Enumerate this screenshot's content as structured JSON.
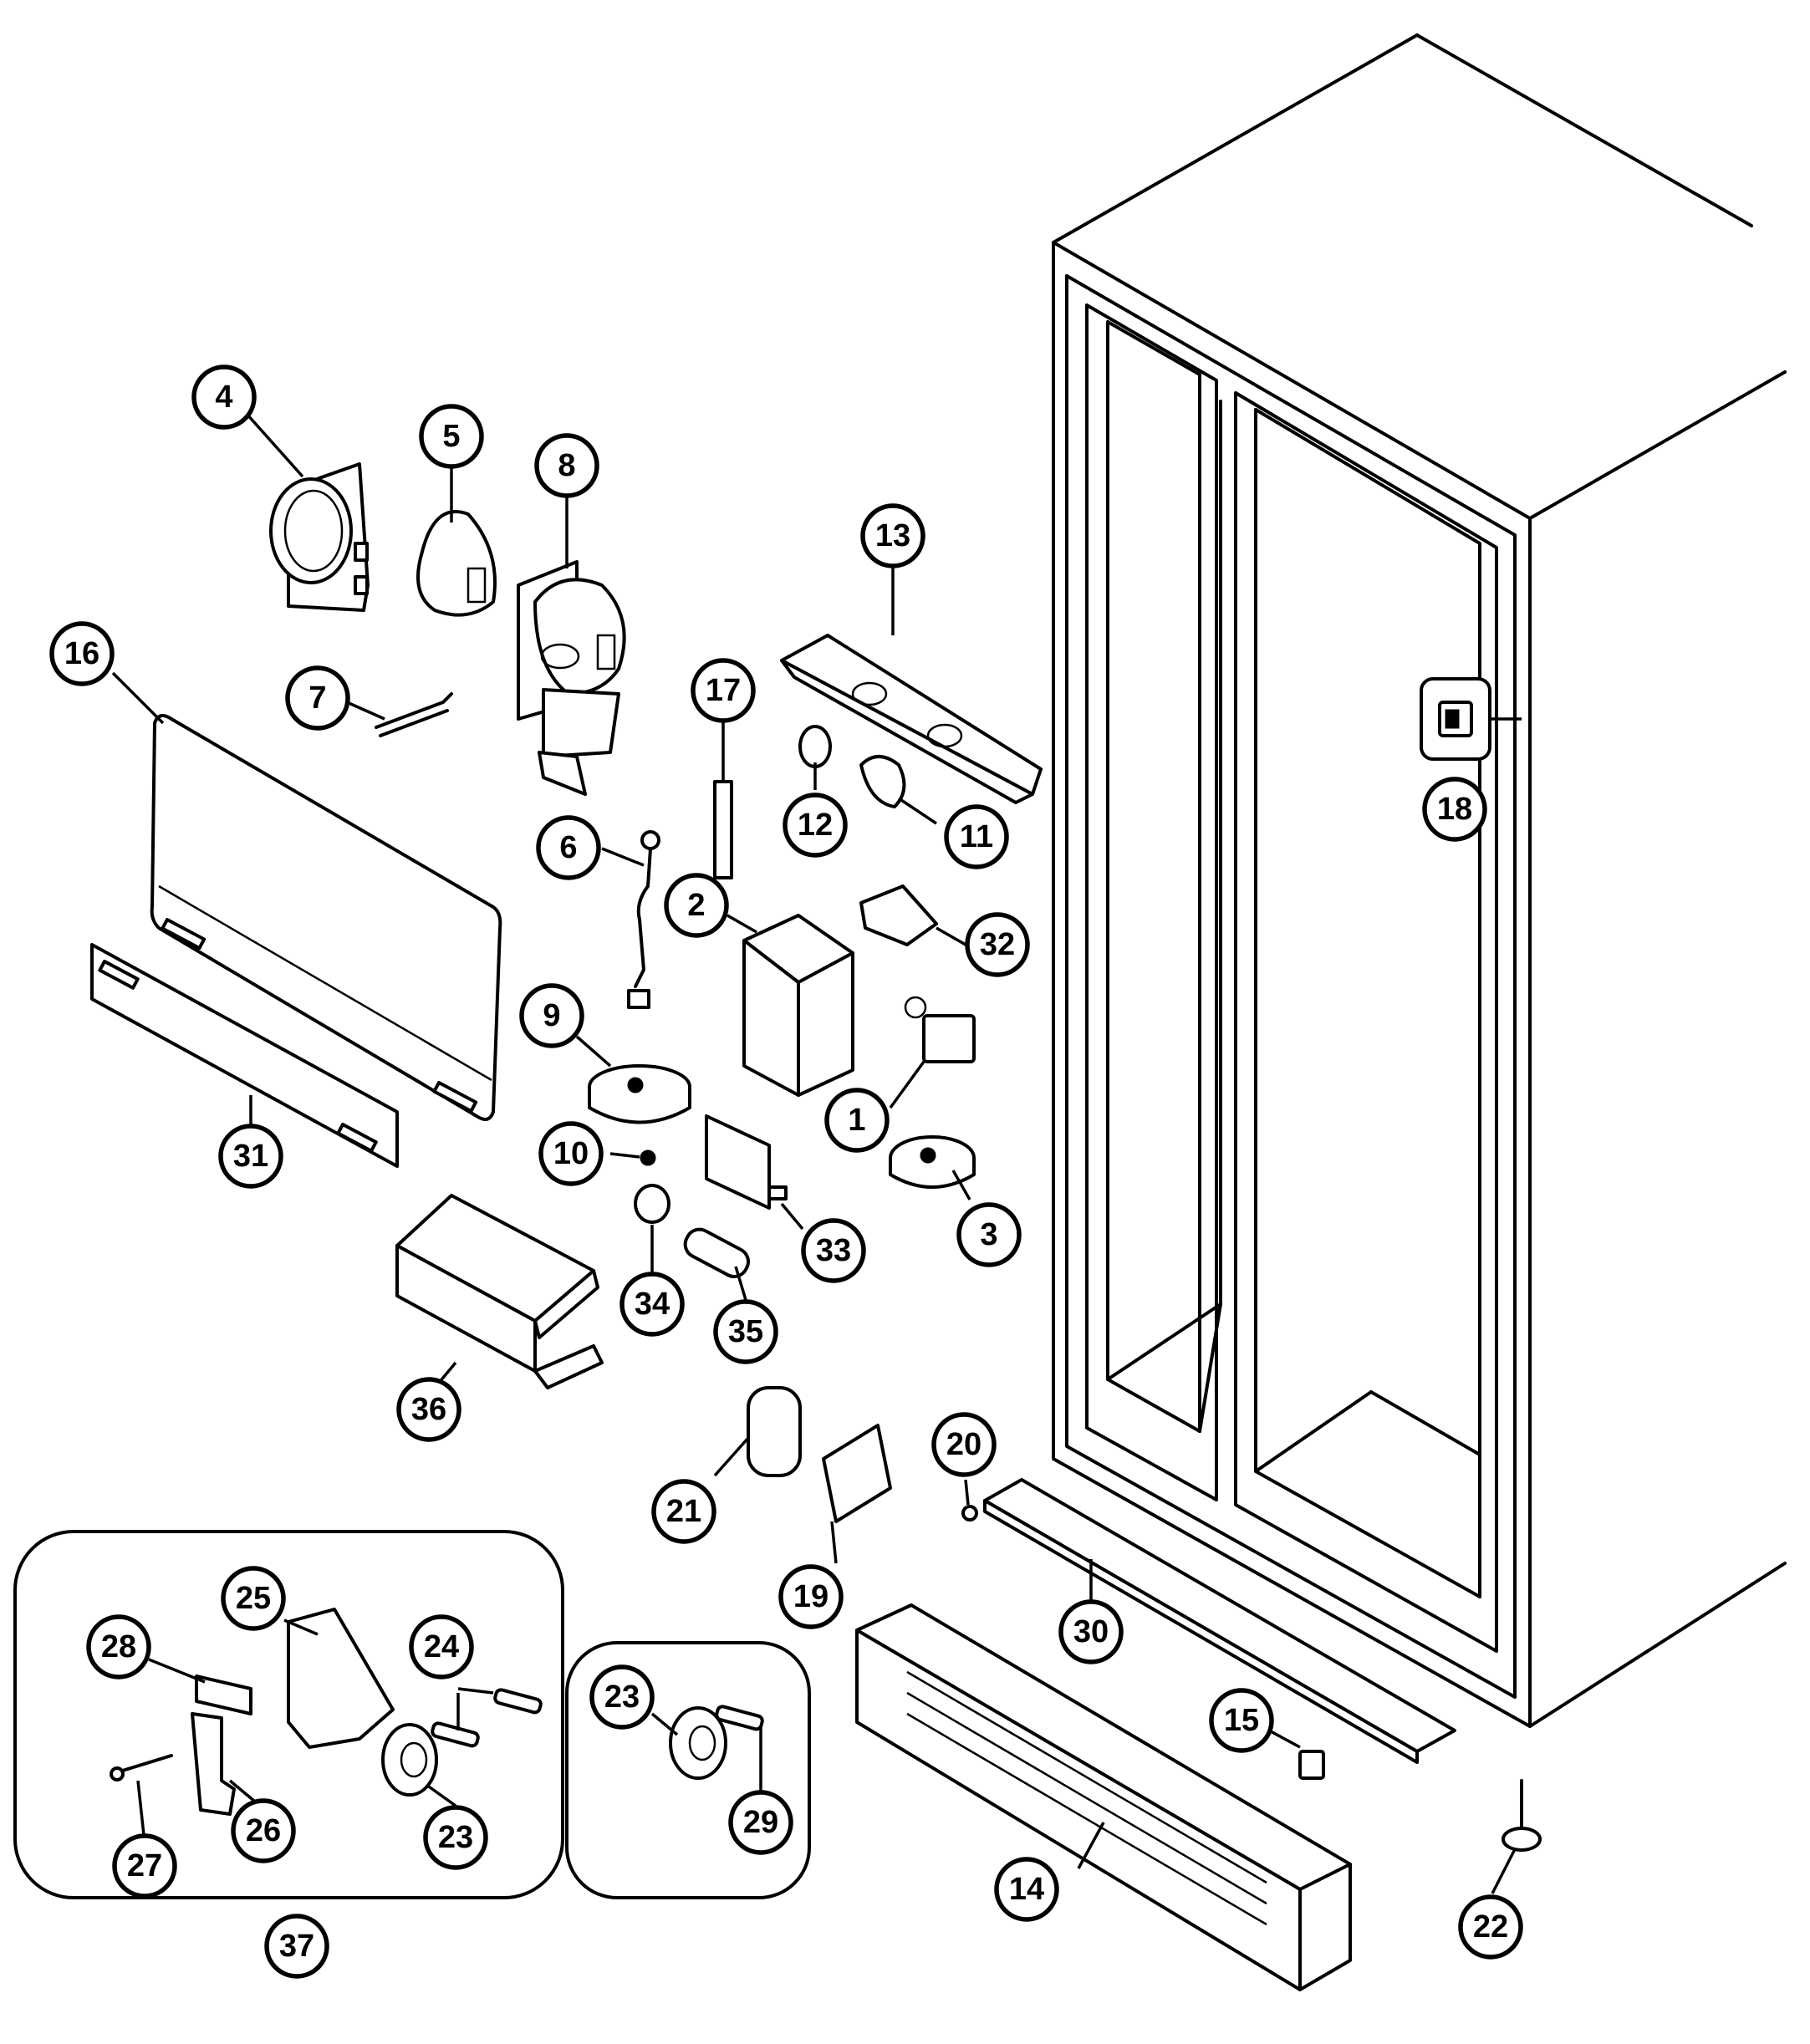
{
  "callouts": [
    {
      "id": "c1",
      "label": "1"
    },
    {
      "id": "c2",
      "label": "2"
    },
    {
      "id": "c3",
      "label": "3"
    },
    {
      "id": "c4",
      "label": "4"
    },
    {
      "id": "c5",
      "label": "5"
    },
    {
      "id": "c6",
      "label": "6"
    },
    {
      "id": "c7",
      "label": "7"
    },
    {
      "id": "c8",
      "label": "8"
    },
    {
      "id": "c9",
      "label": "9"
    },
    {
      "id": "c10",
      "label": "10"
    },
    {
      "id": "c11",
      "label": "11"
    },
    {
      "id": "c12",
      "label": "12"
    },
    {
      "id": "c13",
      "label": "13"
    },
    {
      "id": "c14",
      "label": "14"
    },
    {
      "id": "c15",
      "label": "15"
    },
    {
      "id": "c16",
      "label": "16"
    },
    {
      "id": "c17",
      "label": "17"
    },
    {
      "id": "c18",
      "label": "18"
    },
    {
      "id": "c19",
      "label": "19"
    },
    {
      "id": "c20",
      "label": "20"
    },
    {
      "id": "c21",
      "label": "21"
    },
    {
      "id": "c22",
      "label": "22"
    },
    {
      "id": "c23a",
      "label": "23"
    },
    {
      "id": "c23b",
      "label": "23"
    },
    {
      "id": "c24",
      "label": "24"
    },
    {
      "id": "c25",
      "label": "25"
    },
    {
      "id": "c26",
      "label": "26"
    },
    {
      "id": "c27",
      "label": "27"
    },
    {
      "id": "c28",
      "label": "28"
    },
    {
      "id": "c29",
      "label": "29"
    },
    {
      "id": "c30",
      "label": "30"
    },
    {
      "id": "c31",
      "label": "31"
    },
    {
      "id": "c32",
      "label": "32"
    },
    {
      "id": "c33",
      "label": "33"
    },
    {
      "id": "c34",
      "label": "34"
    },
    {
      "id": "c35",
      "label": "35"
    },
    {
      "id": "c36",
      "label": "36"
    },
    {
      "id": "c37",
      "label": "37"
    }
  ]
}
